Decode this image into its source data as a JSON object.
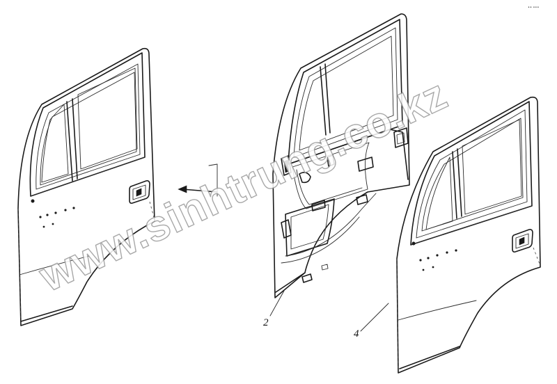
{
  "watermark": {
    "text": "www.sinhtrung.co.kz"
  },
  "callouts": [
    {
      "id": "2",
      "label": "2"
    },
    {
      "id": "4",
      "label": "4"
    }
  ],
  "corner_mark": "•• •••",
  "parts": [
    {
      "name": "left-door-outer"
    },
    {
      "name": "door-inner-frame"
    },
    {
      "name": "right-door-outer"
    }
  ]
}
